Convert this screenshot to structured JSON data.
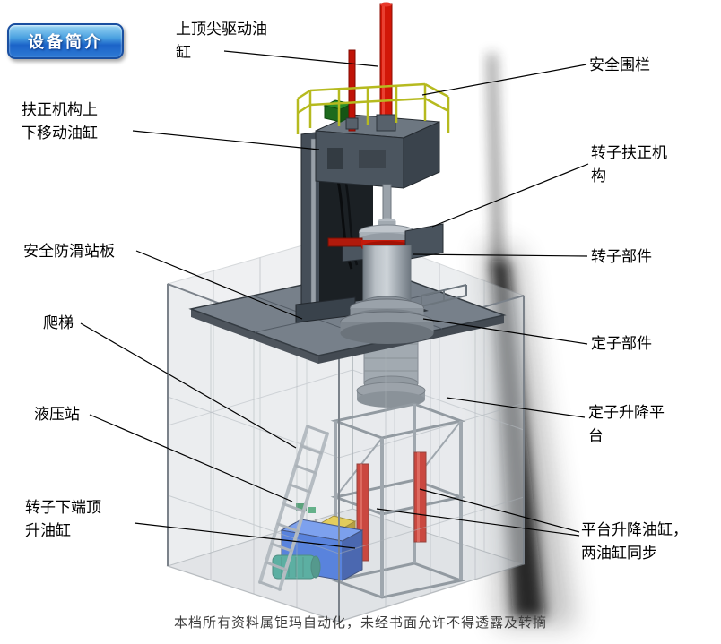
{
  "badge": {
    "label": "设备简介"
  },
  "callouts": [
    {
      "name": "top-spindle-cylinder",
      "line1": "上顶尖驱动油",
      "line2": "缸"
    },
    {
      "name": "safety-fence",
      "line1": "安全围栏",
      "line2": ""
    },
    {
      "name": "centering-lift-cylinder",
      "line1": "扶正机构上",
      "line2": "下移动油缸"
    },
    {
      "name": "rotor-centering",
      "line1": "转子扶正机",
      "line2": "构"
    },
    {
      "name": "antislip-platform",
      "line1": "安全防滑站板",
      "line2": ""
    },
    {
      "name": "rotor-part",
      "line1": "转子部件",
      "line2": ""
    },
    {
      "name": "ladder",
      "line1": "爬梯",
      "line2": ""
    },
    {
      "name": "stator-part",
      "line1": "定子部件",
      "line2": ""
    },
    {
      "name": "hydraulic-station",
      "line1": "液压站",
      "line2": ""
    },
    {
      "name": "stator-lift-platform",
      "line1": "定子升降平",
      "line2": "台"
    },
    {
      "name": "rotor-jack-cylinder",
      "line1": "转子下端顶",
      "line2": "升油缸"
    },
    {
      "name": "platform-lift-cylinders",
      "line1": "平台升降油缸，",
      "line2": "两油缸同步"
    }
  ],
  "footer": {
    "text": "本档所有资料属钜玛自动化，未经书面允许不得透露及转摘"
  },
  "colors": {
    "cylinder_red": "#d01708",
    "railing_yellow": "#b6ba1f",
    "hydraulic_blue": "#2b62d9",
    "badge_blue": "#2f7dd6",
    "platform_gray": "#77808a"
  }
}
